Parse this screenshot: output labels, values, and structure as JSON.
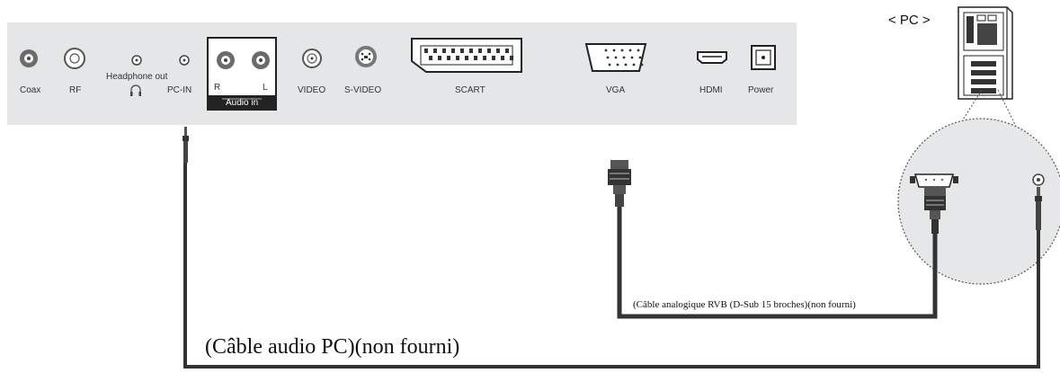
{
  "panel": {
    "ports": {
      "coax": "Coax",
      "rf": "RF",
      "headphone": "Headphone out",
      "pc_in": "PC-IN",
      "audio_r": "R",
      "audio_l": "L",
      "audio_in": "Audio in",
      "video": "VIDEO",
      "svideo": "S-VIDEO",
      "scart": "SCART",
      "vga": "VGA",
      "hdmi": "HDMI",
      "power": "Power"
    }
  },
  "pc": {
    "label": "< PC >"
  },
  "cables": {
    "vga_caption": "(Câble analogique RVB (D-Sub 15 broches)(non fourni)",
    "audio_caption": "(Câble audio PC)(non fourni)"
  }
}
